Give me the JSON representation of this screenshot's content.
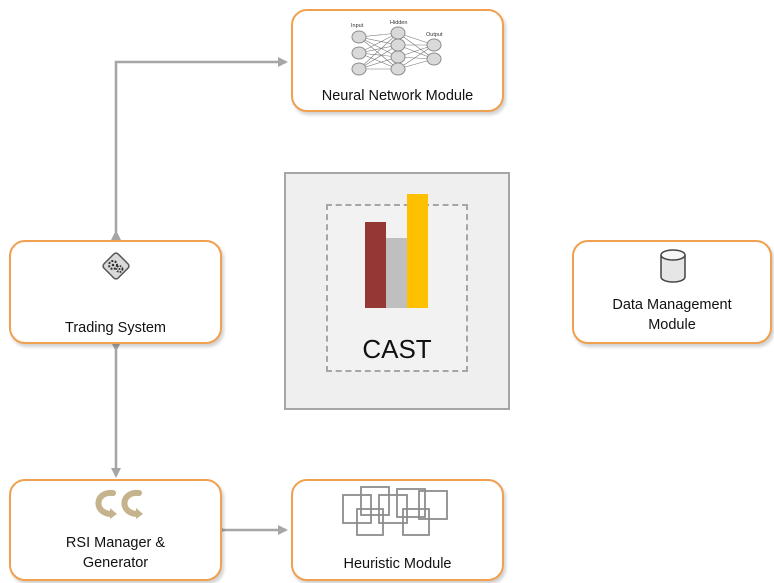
{
  "modules": {
    "neural_network": {
      "label": "Neural Network Module",
      "icon": "neural-network-icon",
      "diagram_labels": {
        "input": "Input",
        "hidden": "Hidden",
        "output": "Output"
      }
    },
    "trading_system": {
      "label": "Trading System",
      "icon": "gears-icon"
    },
    "data_management": {
      "label_line1": "Data Management",
      "label_line2": "Module",
      "icon": "database-icon"
    },
    "rsi_manager": {
      "label_line1": "RSI Manager &",
      "label_line2": "Generator",
      "icon": "cycle-arrows-icon"
    },
    "heuristic": {
      "label": "Heuristic Module",
      "icon": "overlapping-squares-icon"
    }
  },
  "center": {
    "title": "CAST",
    "logo": "bar-chart-logo-icon"
  },
  "colors": {
    "module_border": "#f0a050",
    "connector": "#a6a6a6",
    "logo_red": "#953735",
    "logo_gray": "#bfbfbf",
    "logo_yellow": "#ffc000"
  }
}
